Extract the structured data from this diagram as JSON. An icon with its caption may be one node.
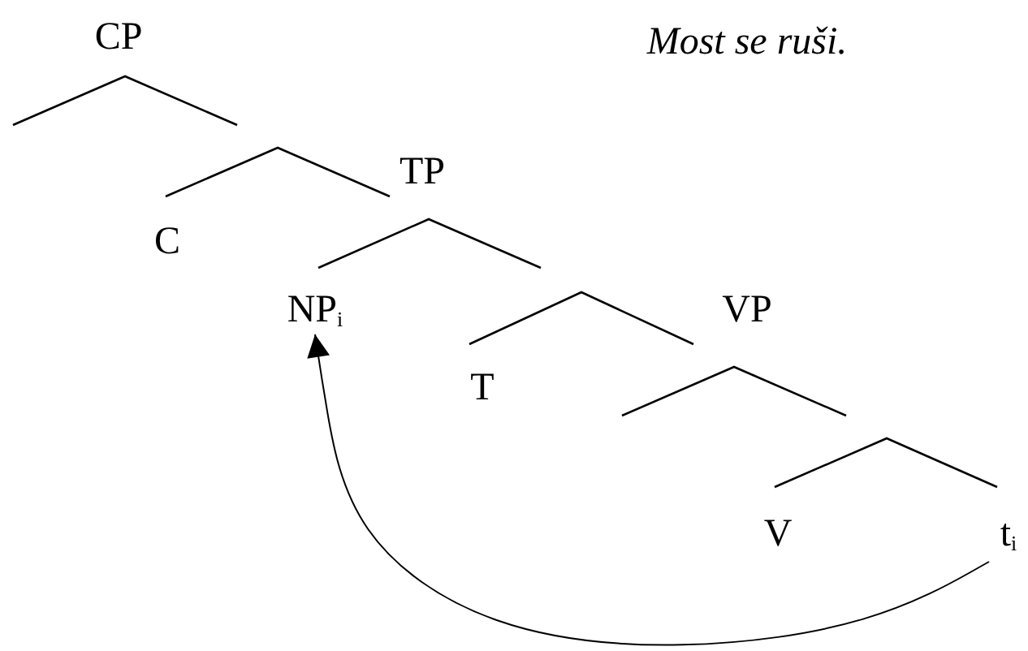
{
  "diagram": {
    "nodes": [
      {
        "text": [
          "CP"
        ]
      },
      {
        "text": [
          "TP"
        ]
      },
      {
        "text": [
          "C"
        ]
      },
      {
        "text": [
          "NP$_{i}$"
        ]
      },
      {
        "text": [
          "VP"
        ]
      },
      {
        "text": [
          "T"
        ]
      },
      {
        "text": [
          "V"
        ]
      },
      {
        "text": [
          "t$_{i}$"
        ]
      }
    ],
    "edges": [
      {
        "from": 7,
        "to": 3,
        "arrow": "to"
      }
    ],
    "labels": [
      "Most se ruši."
    ]
  }
}
